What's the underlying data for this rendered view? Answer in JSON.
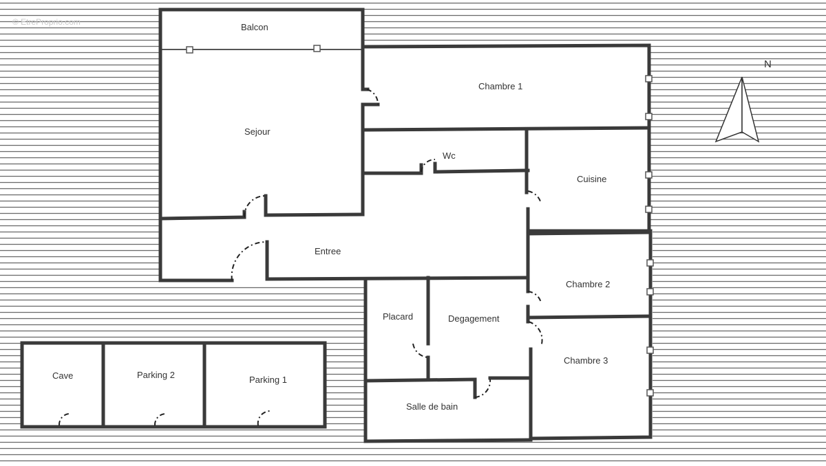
{
  "watermark": "© EtreProprio.com",
  "compass": {
    "label": "N"
  },
  "rooms": {
    "balcon": "Balcon",
    "sejour": "Sejour",
    "chambre1": "Chambre 1",
    "wc": "Wc",
    "cuisine": "Cuisine",
    "entree": "Entree",
    "chambre2": "Chambre 2",
    "placard": "Placard",
    "degagement": "Degagement",
    "chambre3": "Chambre 3",
    "salle_de_bain": "Salle de bain",
    "cave": "Cave",
    "parking2": "Parking 2",
    "parking1": "Parking 1"
  }
}
